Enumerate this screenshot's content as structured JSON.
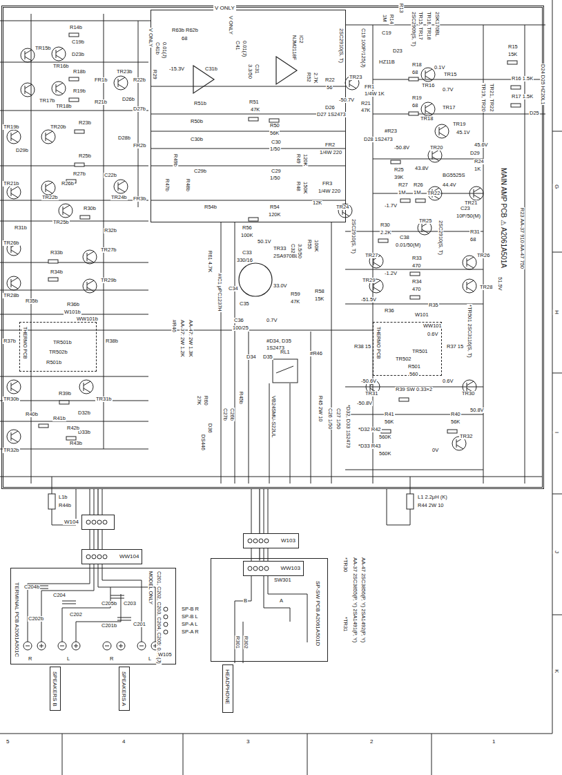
{
  "diagram": {
    "nodes": [
      {
        "text": [
          "MAIN AMP PCB ⚠ A2061A501A"
        ]
      },
      {
        "text": [
          "V ONLY"
        ],
        "in": 0
      },
      {
        "text": [
          "THERMO PCB"
        ],
        "in": 0
      },
      {
        "text": [
          "THERMO PCB"
        ],
        "in": 0
      },
      {
        "text": [
          "W104"
        ]
      },
      {
        "text": [
          "WW104"
        ]
      },
      {
        "text": [
          "TERMINAL PCB A2061A501C"
        ]
      },
      {
        "text": [
          "W103"
        ]
      },
      {
        "text": [
          "SP-SW PCB A2061A501D"
        ]
      },
      {
        "text": [
          "WW103"
        ],
        "in": 8
      },
      {
        "text": [
          "SPEAKERS B"
        ]
      },
      {
        "text": [
          "SPEAKERS A"
        ]
      },
      {
        "text": [
          "HEADPHONE"
        ]
      }
    ],
    "edges": [
      {
        "from": 0,
        "to": 4,
        "arrow": "none"
      },
      {
        "from": 4,
        "to": 5,
        "arrow": "none"
      },
      {
        "from": 0,
        "to": 7,
        "arrow": "none"
      },
      {
        "from": 7,
        "to": 9,
        "arrow": "none"
      }
    ],
    "labels": [
      "R14b",
      "C19b",
      "D23b",
      "TR15b",
      "TR16b",
      "R18b",
      "TR17b",
      "TR18b",
      "R19b",
      "FR1b",
      "TR23b",
      "R22b",
      "R21b",
      "D26b",
      "D27b",
      "R23b",
      "TR19b",
      "TR20b",
      "D29b",
      "D28b",
      "FR2b",
      "R25b",
      "R27b",
      "C22b",
      "TR21b",
      "TR22b",
      "R26b",
      "TR24b",
      "FR3b",
      "TR25b",
      "R30b",
      "R31b",
      "TR26b",
      "R32b",
      "TR27b",
      "R33b",
      "TR28b",
      "R34b",
      "TR29b",
      "R35b",
      "R36b",
      "W101b",
      "WW101b",
      "R37b",
      "R38b",
      "TR501b",
      "TR502b",
      "R501b",
      "TR30b",
      "TR31b",
      "R39b",
      "R40b",
      "R41b",
      "D32b",
      "D33b",
      "R42b",
      "R43b",
      "TR32b",
      "R44b",
      "L1b",
      "V ONLY",
      "V ONLY",
      "C41b",
      "0.01(J)",
      "C41",
      "0.01(J)",
      "R63b",
      "R62b",
      "68",
      "C31b",
      "-15.3V",
      "R29",
      "R51b",
      "R50b",
      "C30b",
      "R49b",
      "C29b",
      "R48b",
      "R47b",
      "R54b",
      "C31",
      "3.3/50",
      "R52",
      "2.7K",
      "IC2",
      "NJM2118F",
      "R51",
      "47K",
      "R50",
      "56K",
      "C30",
      "1/50",
      "R49",
      "120K",
      "C29",
      "1/50",
      "R48",
      "150K",
      "12K",
      "R54",
      "120K",
      "R56",
      "100K",
      "C33",
      "330/16",
      "TR33",
      "2SA970BL",
      "50.1V",
      "C32",
      "3.5/50",
      "R55",
      "100K",
      "33.0V",
      "R58",
      "15K",
      "R59",
      "47K",
      "C34",
      "C35",
      "C36",
      "100/25",
      "0.7V",
      "R61 4.7K",
      "#IC1 μPC1237H",
      "#R46",
      "AA-37: 2W 1.2K",
      "AA-47: 2W 1.3K",
      "#D34, D35",
      "1S2473",
      "D34",
      "D35",
      "#R46",
      "RL1",
      "VB24SMU-S22UL",
      "R45b",
      "C26b",
      "C27b",
      "R60",
      "27K",
      "D36",
      "DS446",
      "R45 2W 10",
      "C26 1/50",
      "C27 1/50",
      "*D32, D33 1S2473",
      "R13",
      "R14",
      "1M",
      "TR15, TR17",
      "2SC2909(S, T)",
      "TR16, TR18",
      "2SK170BL",
      "R15",
      "15K",
      "C19 100P/125(J)",
      "C19",
      "D23",
      "HZ11B",
      "R18",
      "68",
      "0.1V",
      "TR16",
      "TR15",
      "0.7V",
      "R16 1.5K",
      "D24 D25 HZ20L1",
      "2SC2910(S, T)",
      "TR23",
      "FR1",
      "1/4W 1K",
      "-50.7V",
      "R22",
      "56",
      "R21",
      "47K",
      "D26",
      "D27 1S2473",
      "R19",
      "68",
      "TR18",
      "TR17",
      "R17 1.5K",
      "D25",
      "TR19",
      "45.1V",
      "#R23",
      "TR20",
      "-50.8V",
      "D28 1S2473",
      "FR2",
      "1/4W 220",
      "R25",
      "39K",
      "43.8V",
      "D29",
      "45.6V",
      "R24",
      "1K",
      "BG5525S",
      "R27",
      "1M",
      "R26",
      "1M",
      "TR22",
      "44.4V",
      "TR21",
      "TR19, TR20",
      "TR21, TR22",
      "C23",
      "10P/50(M)",
      "-1.7V",
      "FR3",
      "1/4W 220",
      "TR24",
      "2SC2910(S, T)",
      "R30",
      "2.2K",
      "C38",
      "0.01/50(M)",
      "TR25",
      "2SC2910(S, T)",
      "R31",
      "68",
      "TR26",
      "TR27",
      "R33",
      "470",
      "R34",
      "470",
      "TR28",
      "TR29",
      "-1.2V",
      "51.5V",
      "-51.5V",
      "R35",
      "R36",
      "W101",
      "WW101",
      "R37 15",
      "R38 15",
      "TR501",
      "TR502",
      "R501",
      "560",
      "0.6V",
      "*TR501 2SC3116(S, T)",
      "-50.6V",
      "0.6V",
      "TR31",
      "TR30",
      "R39 SW 0.33×2",
      "-50.8V",
      "50.8V",
      "R41",
      "56K",
      "R40",
      "56K",
      "*D32 R42",
      "560K",
      "*D33 R43",
      "560K",
      "TR32",
      "0V",
      "R23 AA-37 910 AA-47 750",
      "L1 2.2μH (K)",
      "R44 2W 10",
      "C201, C202, C203, C204, C205: 0.01(J)",
      "MODEL ONLY",
      "C204b",
      "C202b",
      "C204",
      "C202",
      "C205b",
      "C203",
      "C201b",
      "C201",
      "W105",
      "SP-B R",
      "SP-B L",
      "SP-A L",
      "SP-A R",
      "R",
      "L",
      "R",
      "L",
      "SW301",
      "B",
      "A",
      "R301",
      "R302",
      "*TR30",
      "*TR31",
      "AA-37 2SC3855(P, Y) 2SA1491(P, Y)",
      "AA-47 2SC3856(P, Y) 2SA1492(P, Y)",
      "G",
      "H",
      "I",
      "J",
      "K",
      "5",
      "4",
      "3",
      "2",
      "1"
    ]
  }
}
